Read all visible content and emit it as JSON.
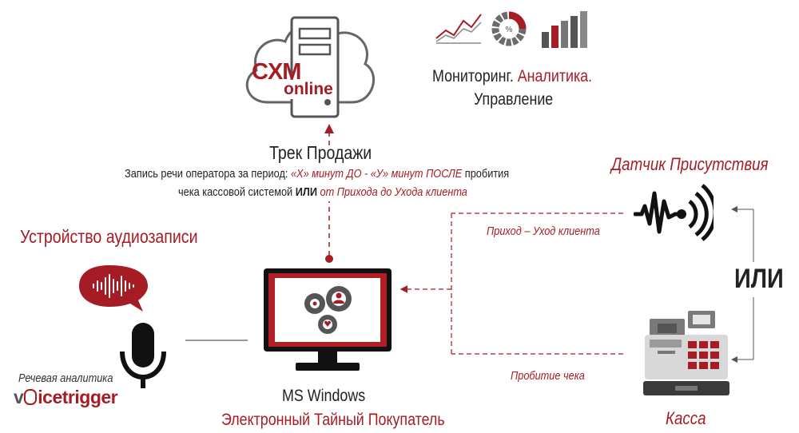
{
  "cloud": {
    "brand_top": "CXM",
    "brand_bottom": "online"
  },
  "monitoring": {
    "part1": "Мониторинг. ",
    "part2": "Аналитика.",
    "line2": "Управление"
  },
  "track": {
    "title": "Трек Продажи",
    "line1_a": "Запись речи оператора за период: ",
    "line1_b": "«Х» минут ДО  - «У» минут ПОСЛЕ",
    "line1_c": "  пробития",
    "line2_a": "чека кассовой системой ",
    "line2_b": "ИЛИ",
    "line2_c": " от Прихода до Ухода клиента"
  },
  "sensor": {
    "title": "Датчик Присутствия"
  },
  "arrival_label": "Приход – Уход клиента",
  "or_label": "ИЛИ",
  "receipt_label": "Пробитие чека",
  "register": {
    "title": "Касса"
  },
  "audio_device": {
    "title": "Устройство аудиозаписи"
  },
  "speech": {
    "caption": "Речевая аналитика",
    "logo_part1": "v",
    "logo_part2": "icetrigger"
  },
  "pc": {
    "os": "MS Windows",
    "name": "Электронный Тайный Покупатель"
  },
  "colors": {
    "accent": "#a61c24",
    "dark": "#222222",
    "gray": "#5a5a5a"
  }
}
